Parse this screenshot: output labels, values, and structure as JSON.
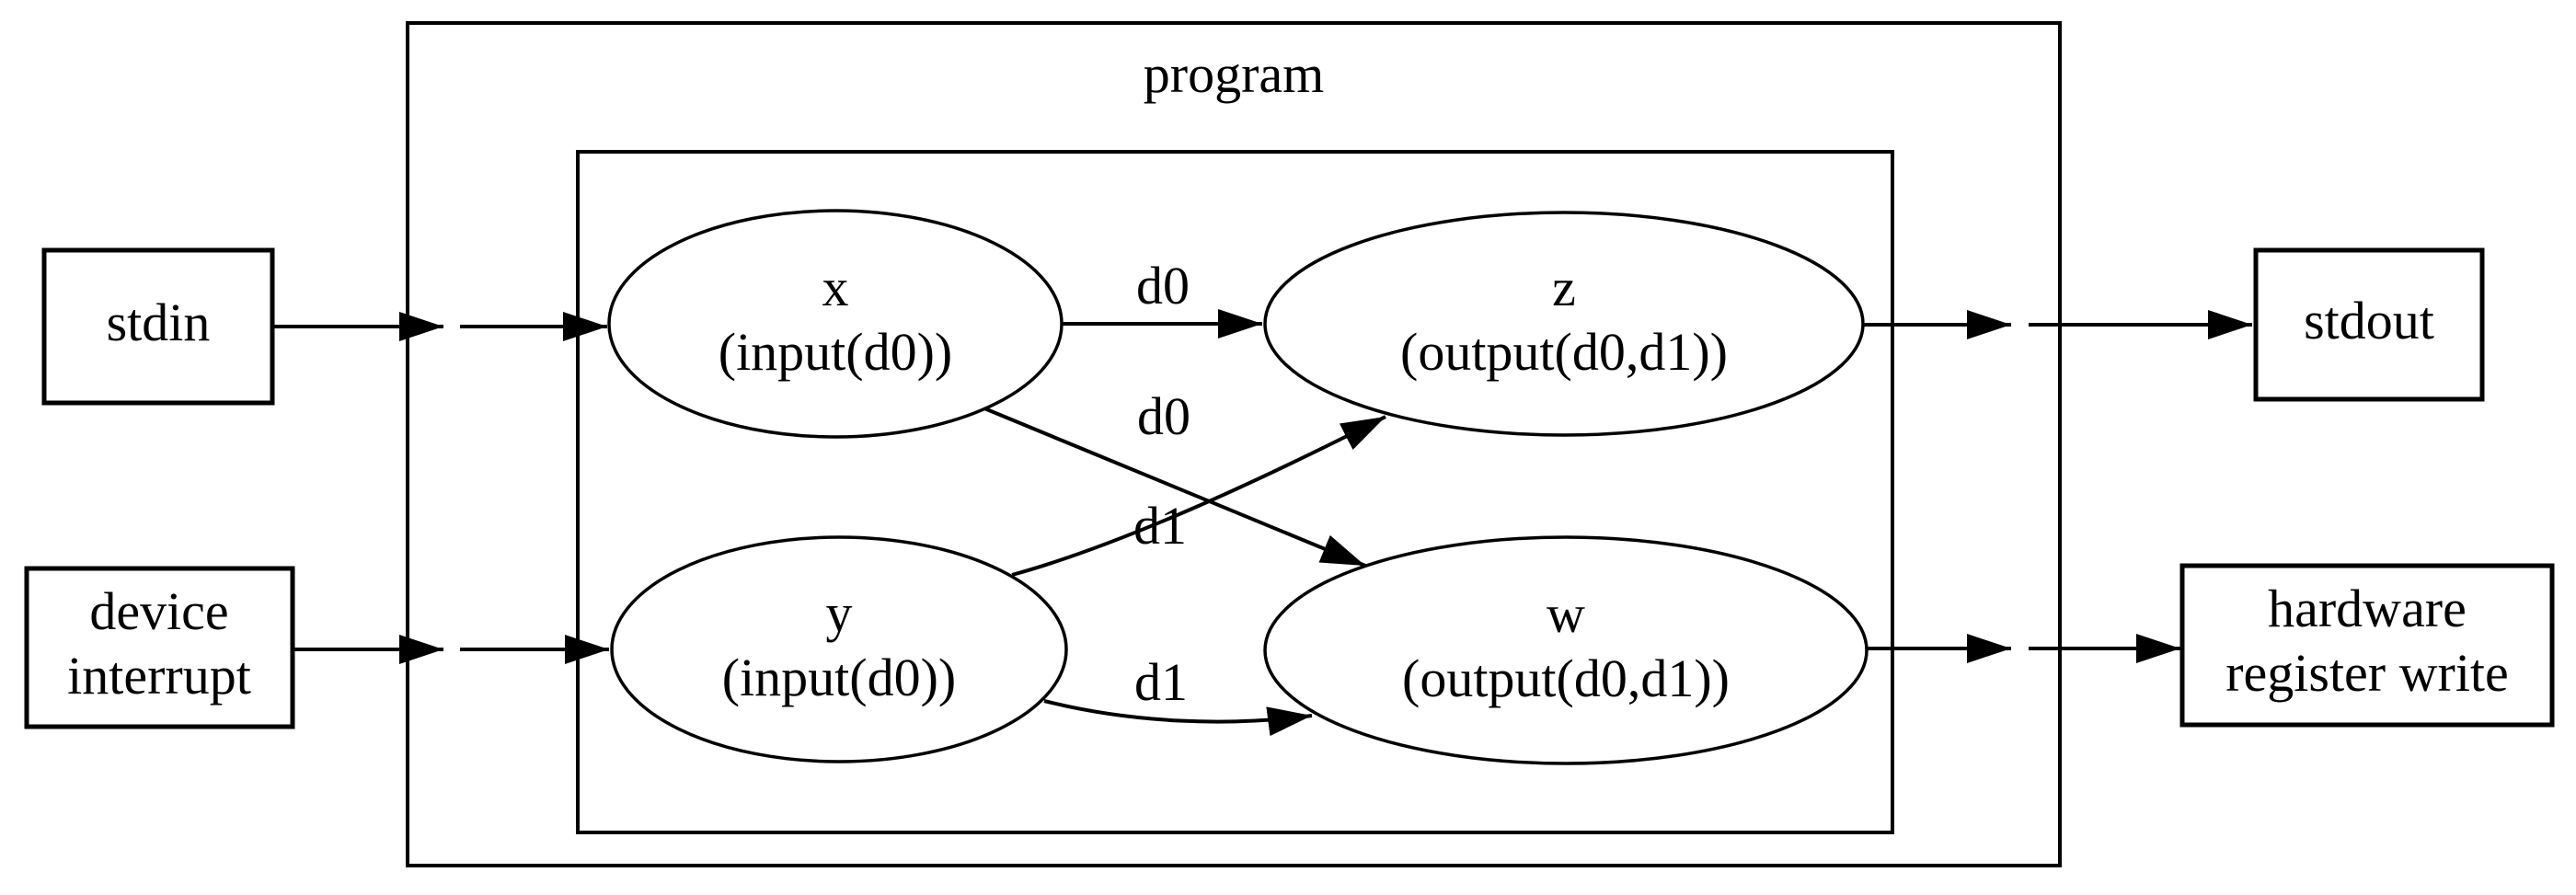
{
  "diagram": {
    "title": "program",
    "external": {
      "stdin": "stdin",
      "device_line1": "device",
      "device_line2": "interrupt",
      "stdout": "stdout",
      "hw_line1": "hardware",
      "hw_line2": "register write"
    },
    "nodes": {
      "x": {
        "name": "x",
        "type": "(input(d0))"
      },
      "y": {
        "name": "y",
        "type": "(input(d0))"
      },
      "z": {
        "name": "z",
        "type": "(output(d0,d1))"
      },
      "w": {
        "name": "w",
        "type": "(output(d0,d1))"
      }
    },
    "edges": {
      "x_z": "d0",
      "x_w": "d0",
      "y_z": "d1",
      "y_w": "d1"
    },
    "colors": {
      "stroke": "#000000",
      "background": "#ffffff"
    }
  }
}
